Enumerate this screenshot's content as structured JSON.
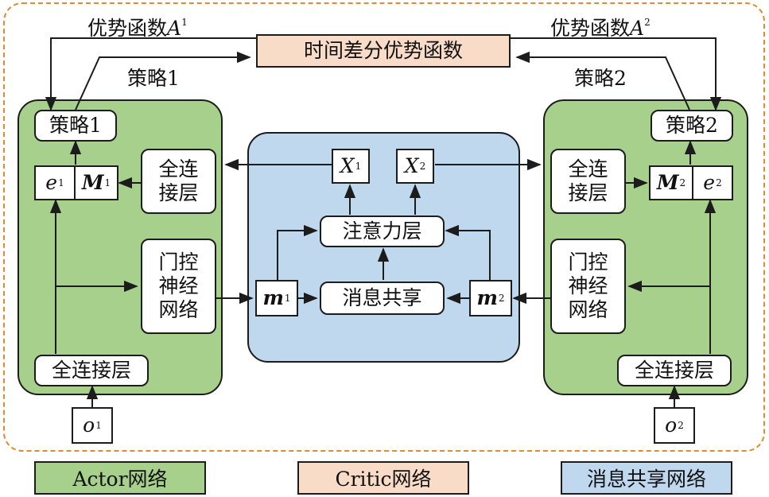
{
  "colors": {
    "actor": "#a7d08c",
    "critic": "#f8dcc8",
    "message": "#c0d8ee",
    "dashed_border": "#e38a2e"
  },
  "critic": {
    "td_label": "时间差分优势函数"
  },
  "top_labels": {
    "adv_left": "优势函数",
    "adv_right": "优势函数",
    "adv_symbol": "A",
    "adv_left_sup": "1",
    "adv_right_sup": "2",
    "policy1_label": "策略1",
    "policy2_label": "策略2"
  },
  "agent1": {
    "policy": "策略1",
    "e_sym": "e",
    "e_sub": "1",
    "M_sym": "M",
    "M_sub": "1",
    "fc_top": [
      "全连",
      "接层"
    ],
    "gru": [
      "门控",
      "神经",
      "网络"
    ],
    "fc_bottom": "全连接层",
    "obs_sym": "o",
    "obs_sub": "1"
  },
  "agent2": {
    "policy": "策略2",
    "e_sym": "e",
    "e_sub": "2",
    "M_sym": "M",
    "M_sub": "2",
    "fc_top": [
      "全连",
      "接层"
    ],
    "gru": [
      "门控",
      "神经",
      "网络"
    ],
    "fc_bottom": "全连接层",
    "obs_sym": "o",
    "obs_sub": "2"
  },
  "message": {
    "x1_sym": "X",
    "x1_sub": "1",
    "x2_sym": "X",
    "x2_sub": "2",
    "attention": "注意力层",
    "sharing": "消息共享",
    "m1_sym": "m",
    "m1_sub": "1",
    "m2_sym": "m",
    "m2_sub": "2"
  },
  "legend": {
    "actor": "Actor网络",
    "critic": "Critic网络",
    "message": "消息共享网络"
  }
}
